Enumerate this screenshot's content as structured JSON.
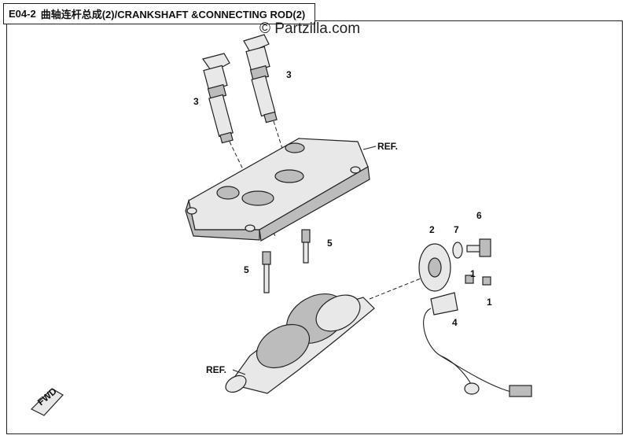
{
  "header": {
    "code": "E04-2",
    "title": "曲轴连杆总成(2)/CRANKSHAFT &CONNECTING ROD(2)"
  },
  "watermark": "© Partzilla.com",
  "callouts": {
    "coil_left": "3",
    "coil_right": "3",
    "plug_left": "5",
    "plug_right": "5",
    "sprocket": "2",
    "washer": "7",
    "bolt_large": "6",
    "bolt_small_a": "1",
    "bolt_small_b": "1",
    "sensor": "4"
  },
  "references": {
    "cover": "REF.",
    "crankshaft": "REF."
  },
  "fwd_label": "FWD"
}
